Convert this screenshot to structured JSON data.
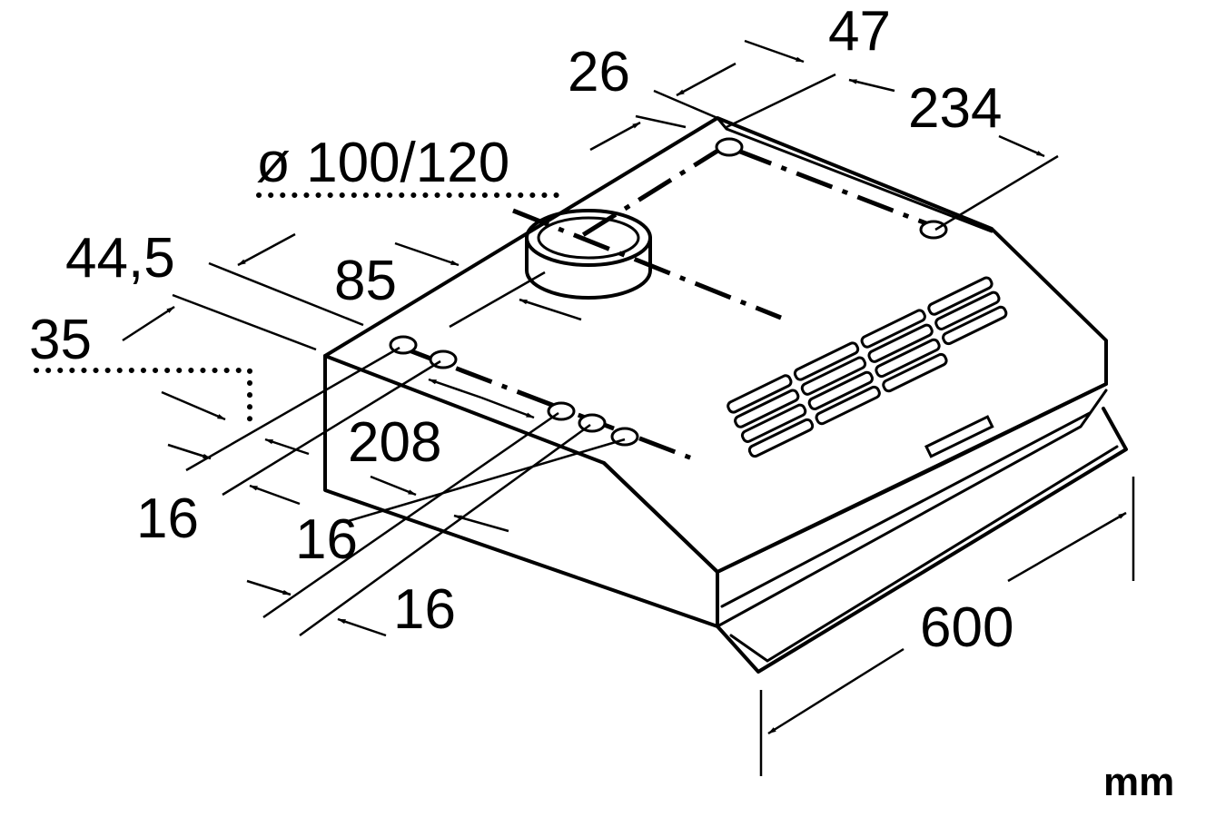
{
  "dimensions": {
    "d47": "47",
    "d26": "26",
    "d234": "234",
    "duct_diameter": "ø 100/120",
    "d44_5": "44,5",
    "d85": "85",
    "d35": "35",
    "d208": "208",
    "d16_a": "16",
    "d16_b": "16",
    "d16_c": "16",
    "d600": "600"
  },
  "unit": "mm"
}
